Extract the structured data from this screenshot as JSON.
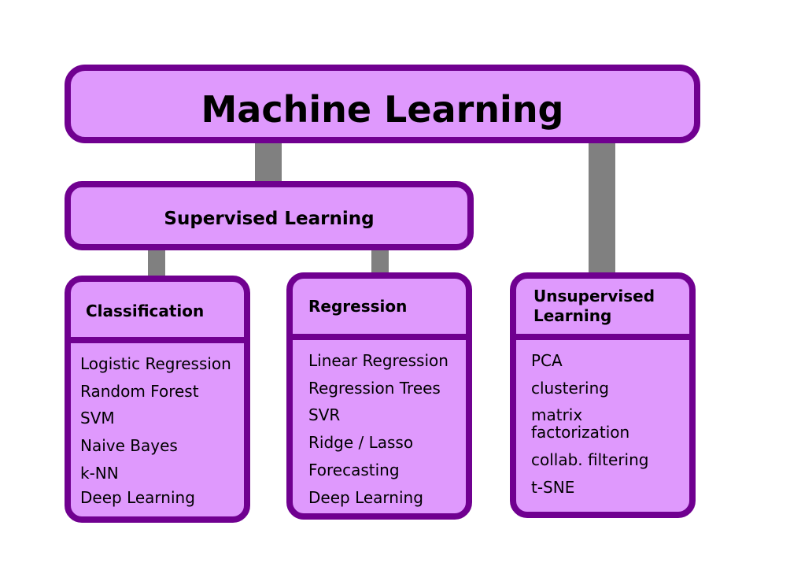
{
  "diagram": {
    "root": {
      "label": "Machine Learning"
    },
    "supervised": {
      "label": "Supervised Learning"
    },
    "classification": {
      "label": "Classification",
      "items": [
        "Logistic Regression",
        "Random Forest",
        "SVM",
        "Naive Bayes",
        "k-NN",
        "Deep Learning"
      ]
    },
    "regression": {
      "label": "Regression",
      "items": [
        "Linear Regression",
        "Regression Trees",
        "SVR",
        "Ridge / Lasso",
        "Forecasting",
        "Deep Learning"
      ]
    },
    "unsupervised": {
      "label_line1": "Unsupervised",
      "label_line2": "Learning",
      "items": [
        "PCA",
        "clustering",
        "matrix",
        "factorization",
        "collab. filtering",
        "t-SNE"
      ]
    }
  },
  "colors": {
    "box_fill": "#df99fd",
    "box_border": "#700090",
    "connector": "#808080",
    "text": "#000000"
  }
}
